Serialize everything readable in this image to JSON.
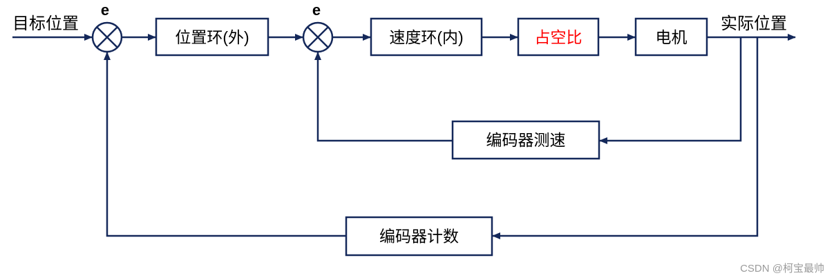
{
  "input_label": "目标位置",
  "output_label": "实际位置",
  "junctions": [
    {
      "error_label": "e"
    },
    {
      "error_label": "e"
    }
  ],
  "blocks": {
    "position_loop": "位置环(外)",
    "speed_loop": "速度环(内)",
    "duty_cycle": "占空比",
    "motor": "电机",
    "encoder_speed": "编码器测速",
    "encoder_count": "编码器计数"
  },
  "watermark": "CSDN @柯宝最帅",
  "colors": {
    "line": "#14285a",
    "text": "#000000",
    "highlight": "#ff0000",
    "watermark": "#9a9a9a"
  }
}
